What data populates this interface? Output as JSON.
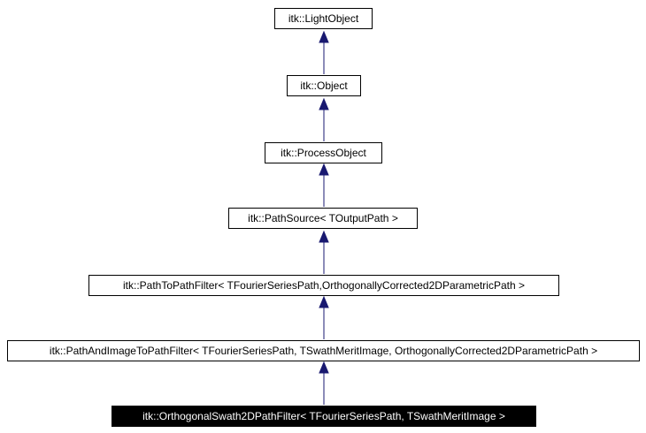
{
  "diagram": {
    "nodes": [
      {
        "id": "light_object",
        "label": "itk::LightObject"
      },
      {
        "id": "object",
        "label": "itk::Object"
      },
      {
        "id": "process_object",
        "label": "itk::ProcessObject"
      },
      {
        "id": "path_source",
        "label": "itk::PathSource< TOutputPath >"
      },
      {
        "id": "path_to_path_filter",
        "label": "itk::PathToPathFilter< TFourierSeriesPath,OrthogonallyCorrected2DParametricPath >"
      },
      {
        "id": "path_and_image_to_path_filter",
        "label": "itk::PathAndImageToPathFilter< TFourierSeriesPath, TSwathMeritImage, OrthogonallyCorrected2DParametricPath >"
      },
      {
        "id": "orthogonal_swath_2d_path_filter",
        "label": "itk::OrthogonalSwath2DPathFilter< TFourierSeriesPath, TSwathMeritImage >"
      }
    ],
    "edges": [
      {
        "from": "object",
        "to": "light_object"
      },
      {
        "from": "process_object",
        "to": "object"
      },
      {
        "from": "path_source",
        "to": "process_object"
      },
      {
        "from": "path_to_path_filter",
        "to": "path_source"
      },
      {
        "from": "path_and_image_to_path_filter",
        "to": "path_to_path_filter"
      },
      {
        "from": "orthogonal_swath_2d_path_filter",
        "to": "path_and_image_to_path_filter"
      }
    ],
    "colors": {
      "edge": "#191970",
      "node_border": "#000000",
      "current_background": "#000000",
      "current_text": "#ffffff"
    }
  }
}
